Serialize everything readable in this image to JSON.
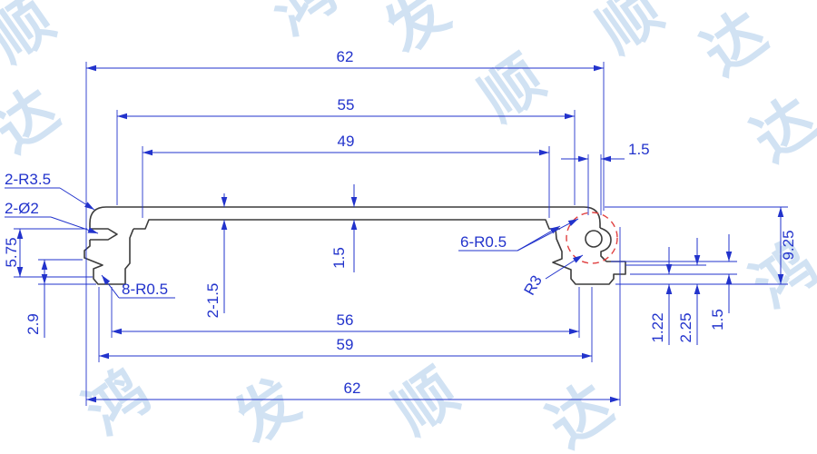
{
  "drawing": {
    "dims": {
      "overall_width_top": "62",
      "width_55": "55",
      "width_49": "49",
      "offset_top_right": "1.5",
      "overall_height": "9.25",
      "corner_radius": "2-R3.5",
      "hole_diameter": "2-Ø2",
      "left_height": "5.75",
      "foot_height": "2.9",
      "foot_radius": "8-R0.5",
      "wall_thickness_2x": "2-1.5",
      "web_thickness": "1.5",
      "fillet_6x": "6-R0.5",
      "boss_radius": "R3",
      "width_56": "56",
      "width_59": "59",
      "overall_width_bottom": "62",
      "step_1_22": "1.22",
      "step_2_25": "2.25",
      "step_right_1_5": "1.5"
    }
  },
  "watermark": {
    "text": "鸿发顺达",
    "chars": [
      "鸿",
      "发",
      "顺",
      "达"
    ]
  },
  "colors": {
    "dimension": "#2233cc",
    "outline": "#3c3c3c",
    "highlight": "#e04040",
    "watermark": "#c9ddf1"
  }
}
